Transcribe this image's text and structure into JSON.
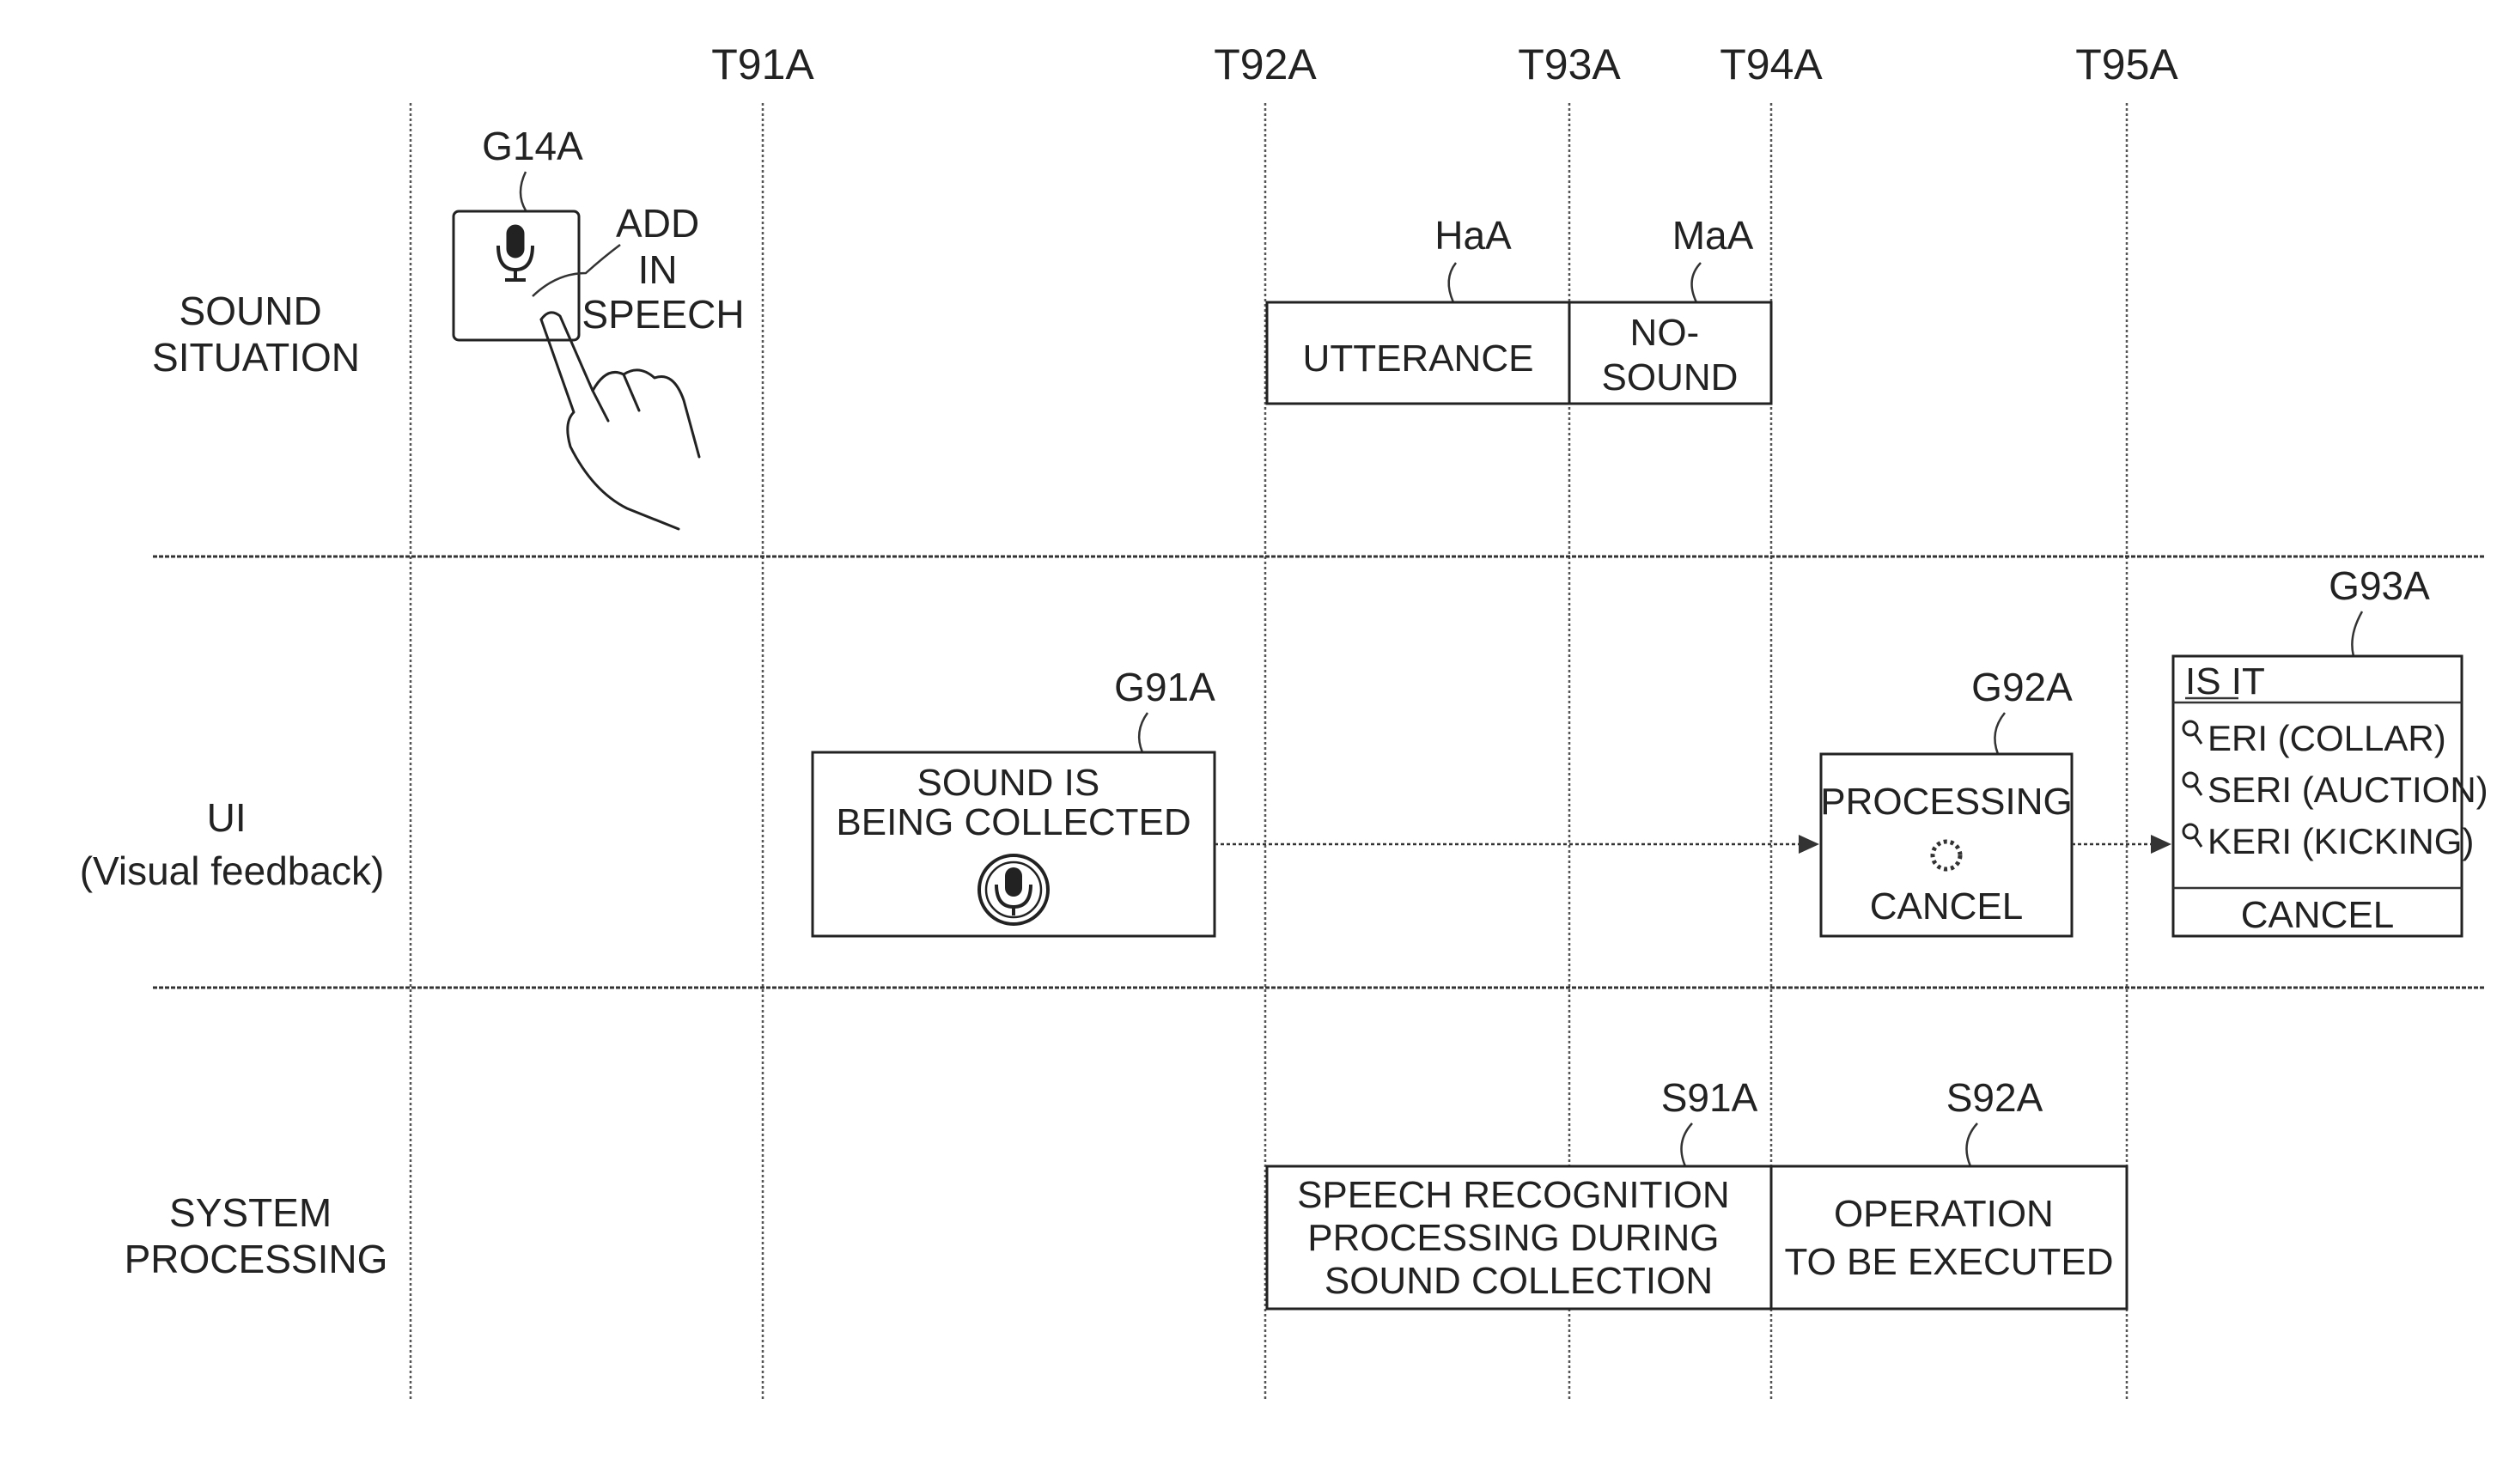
{
  "times": [
    "T91A",
    "T92A",
    "T93A",
    "T94A",
    "T95A"
  ],
  "rows": {
    "sound": [
      "SOUND",
      "SITUATION"
    ],
    "ui": [
      "UI",
      "(Visual feedback)"
    ],
    "system": [
      "SYSTEM",
      "PROCESSING"
    ]
  },
  "sound_situation": {
    "device_label": "G14A",
    "add_in_speech": [
      "ADD",
      "IN",
      "SPEECH"
    ],
    "utterance_label": "HaA",
    "utterance_text": "UTTERANCE",
    "nosound_label": "MaA",
    "nosound_text": [
      "NO-",
      "SOUND"
    ]
  },
  "ui": {
    "g91_label": "G91A",
    "g91_text": [
      "SOUND IS",
      "BEING COLLECTED"
    ],
    "g92_label": "G92A",
    "g92_processing": "PROCESSING",
    "g92_cancel": "CANCEL",
    "g93_label": "G93A",
    "g93_header": "IS IT",
    "g93_options": [
      "ERI (COLLAR)",
      "SERI (AUCTION)",
      "KERI (KICKING)"
    ],
    "g93_cancel": "CANCEL"
  },
  "system_processing": {
    "s91_label": "S91A",
    "s91_text": [
      "SPEECH RECOGNITION",
      "PROCESSING DURING",
      "SOUND COLLECTION"
    ],
    "s92_label": "S92A",
    "s92_text": [
      "OPERATION",
      "TO BE EXECUTED"
    ]
  }
}
